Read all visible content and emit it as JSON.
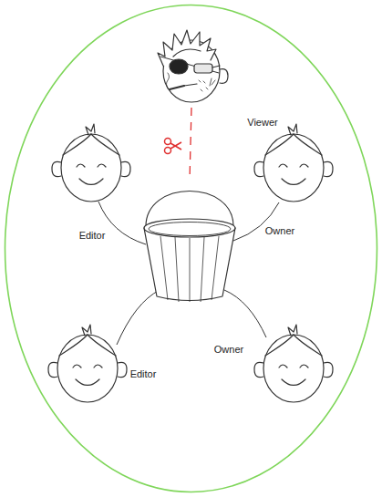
{
  "diagram": {
    "labels": [
      "Viewer",
      "Editor",
      "Owner",
      "Editor",
      "Owner"
    ]
  }
}
